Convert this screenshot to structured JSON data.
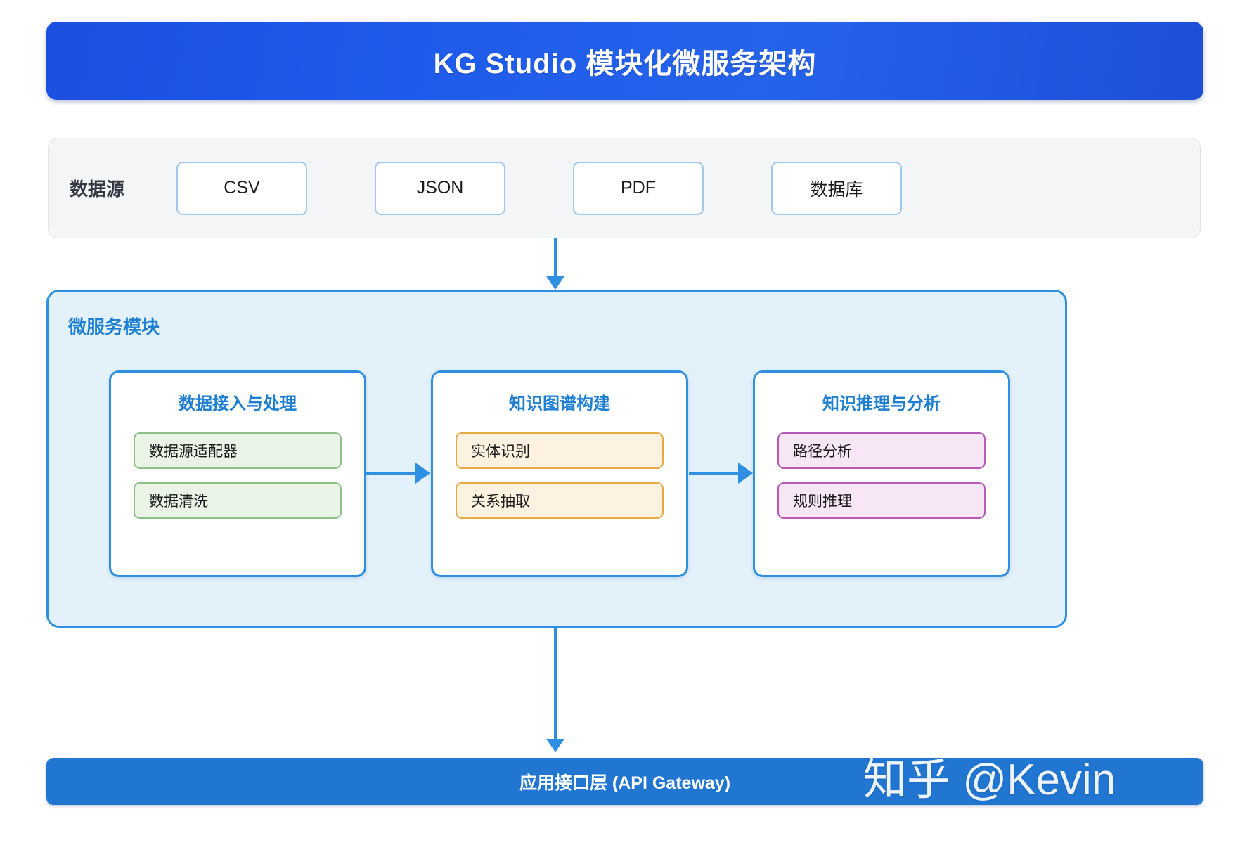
{
  "header": {
    "title": "KG Studio 模块化微服务架构",
    "gradient_from": "#1b4fe0",
    "gradient_to": "#1d4fd8"
  },
  "data_sources": {
    "label": "数据源",
    "items": [
      {
        "label": "CSV"
      },
      {
        "label": "JSON"
      },
      {
        "label": "PDF"
      },
      {
        "label": "数据库"
      }
    ],
    "panel_bg": "#f4f5f6",
    "box_border": "#9ec9ef"
  },
  "microservices": {
    "label": "微服务模块",
    "panel_bg": "#e3f1fb",
    "panel_border": "#2f8fe0",
    "cards": [
      {
        "title": "数据接入与处理",
        "accent": "#8cc084",
        "items": [
          {
            "label": "数据源适配器"
          },
          {
            "label": "数据清洗"
          }
        ]
      },
      {
        "title": "知识图谱构建",
        "accent": "#e5aa43",
        "items": [
          {
            "label": "实体识别"
          },
          {
            "label": "关系抽取"
          }
        ]
      },
      {
        "title": "知识推理与分析",
        "accent": "#b659b8",
        "items": [
          {
            "label": "路径分析"
          },
          {
            "label": "规则推理"
          }
        ]
      }
    ]
  },
  "api_gateway": {
    "label": "应用接口层 (API Gateway)",
    "bg": "#2176d2"
  },
  "watermark": {
    "label": "知乎 @Kevin"
  },
  "connectors": {
    "arrow_color": "#2f8fe0"
  }
}
